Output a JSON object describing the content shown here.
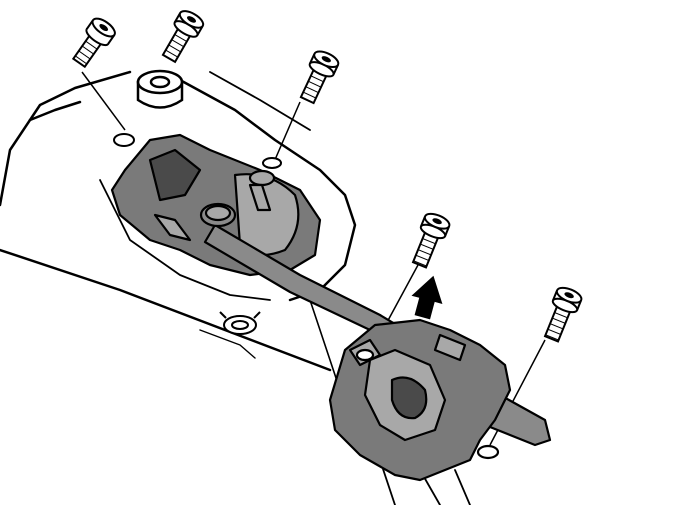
{
  "figure": {
    "kind": "exploded assembly line drawing",
    "colors": {
      "line": "#000000",
      "part_fill": "#7a7a7a",
      "part_dark": "#4a4a4a",
      "part_light": "#a8a8a8",
      "background": "#ffffff"
    },
    "screws": [
      {
        "id": "screw-1"
      },
      {
        "id": "screw-2"
      },
      {
        "id": "screw-3"
      },
      {
        "id": "screw-4"
      },
      {
        "id": "screw-5"
      }
    ],
    "arrow": {
      "direction": "up",
      "icon": "arrow-up-icon"
    }
  }
}
